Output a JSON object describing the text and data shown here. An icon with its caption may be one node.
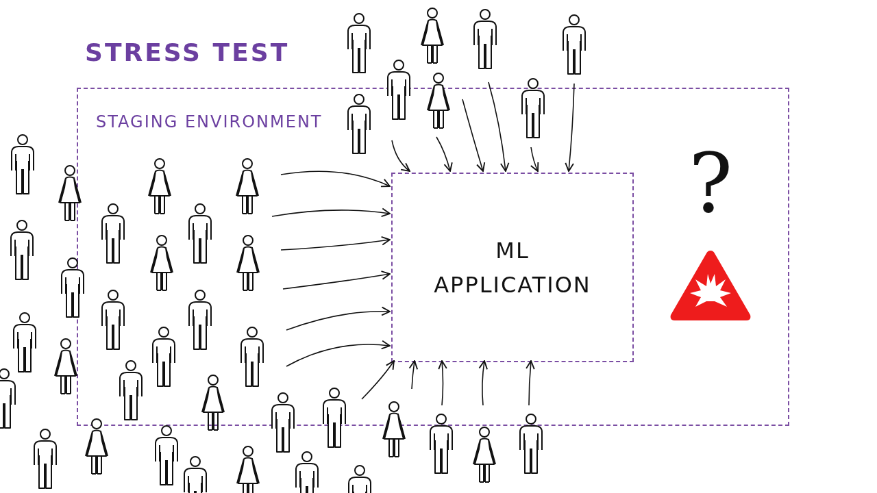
{
  "diagram": {
    "title": "STRESS TEST",
    "nodes": [
      {
        "text": [
          "STAGING ENVIRONMENT"
        ]
      },
      {
        "text": [
          "ML APPLICATION"
        ],
        "in": 0
      }
    ],
    "edges": [
      {
        "from": null,
        "to": 1,
        "arrow": "to"
      },
      {
        "from": null,
        "to": 1,
        "arrow": "to"
      },
      {
        "from": null,
        "to": 1,
        "arrow": "to"
      },
      {
        "from": null,
        "to": 1,
        "arrow": "to"
      },
      {
        "from": null,
        "to": 1,
        "arrow": "to"
      },
      {
        "from": null,
        "to": 1,
        "arrow": "to"
      },
      {
        "from": null,
        "to": 1,
        "arrow": "to"
      },
      {
        "from": null,
        "to": 1,
        "arrow": "to"
      },
      {
        "from": null,
        "to": 1,
        "arrow": "to"
      },
      {
        "from": null,
        "to": 1,
        "arrow": "to"
      },
      {
        "from": null,
        "to": 1,
        "arrow": "to"
      },
      {
        "from": null,
        "to": 1,
        "arrow": "to"
      },
      {
        "from": null,
        "to": 1,
        "arrow": "to"
      },
      {
        "from": null,
        "to": 1,
        "arrow": "to"
      },
      {
        "from": null,
        "to": 1,
        "arrow": "to"
      },
      {
        "from": null,
        "to": 1,
        "arrow": "to"
      },
      {
        "from": null,
        "to": 1,
        "arrow": "to"
      }
    ],
    "labels": [
      "?"
    ]
  }
}
